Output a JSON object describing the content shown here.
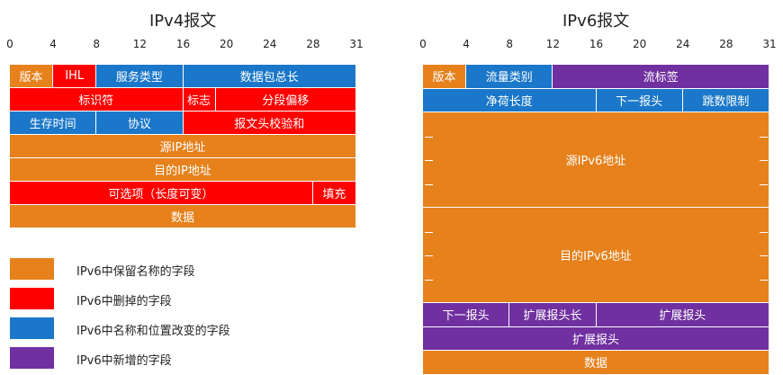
{
  "colors": {
    "retained": "#e6811c",
    "deleted": "#ff0000",
    "changed": "#1b77c9",
    "added": "#7030a0"
  },
  "ipv4": {
    "title": "IPv4报文",
    "ticks": [
      "0",
      "4",
      "8",
      "12",
      "16",
      "20",
      "24",
      "28",
      "31"
    ],
    "rows": [
      [
        {
          "label": "版本",
          "bits": 4,
          "category": "retained"
        },
        {
          "label": "IHL",
          "bits": 4,
          "category": "deleted"
        },
        {
          "label": "服务类型",
          "bits": 8,
          "category": "changed"
        },
        {
          "label": "数据包总长",
          "bits": 16,
          "category": "changed"
        }
      ],
      [
        {
          "label": "标识符",
          "bits": 16,
          "category": "deleted"
        },
        {
          "label": "标志",
          "bits": 3,
          "category": "deleted"
        },
        {
          "label": "分段偏移",
          "bits": 13,
          "category": "deleted"
        }
      ],
      [
        {
          "label": "生存时间",
          "bits": 8,
          "category": "changed"
        },
        {
          "label": "协议",
          "bits": 8,
          "category": "changed"
        },
        {
          "label": "报文头校验和",
          "bits": 16,
          "category": "deleted"
        }
      ],
      [
        {
          "label": "源IP地址",
          "bits": 32,
          "category": "retained"
        }
      ],
      [
        {
          "label": "目的IP地址",
          "bits": 32,
          "category": "retained"
        }
      ],
      [
        {
          "label": "可选项（长度可变）",
          "bits": 28,
          "category": "deleted"
        },
        {
          "label": "填充",
          "bits": 4,
          "category": "deleted"
        }
      ],
      [
        {
          "label": "数据",
          "bits": 32,
          "category": "retained"
        }
      ]
    ]
  },
  "ipv6": {
    "title": "IPv6报文",
    "ticks": [
      "0",
      "4",
      "8",
      "12",
      "16",
      "20",
      "24",
      "28",
      "31"
    ],
    "rows": [
      [
        {
          "label": "版本",
          "bits": 4,
          "category": "retained"
        },
        {
          "label": "流量类别",
          "bits": 8,
          "category": "changed"
        },
        {
          "label": "流标签",
          "bits": 20,
          "category": "added"
        }
      ],
      [
        {
          "label": "净荷长度",
          "bits": 16,
          "category": "changed"
        },
        {
          "label": "下一报头",
          "bits": 8,
          "category": "changed"
        },
        {
          "label": "跳数限制",
          "bits": 8,
          "category": "changed"
        }
      ],
      [
        {
          "label": "源IPv6地址",
          "bits": 32,
          "category": "retained",
          "span": 4
        }
      ],
      [
        {
          "label": "目的IPv6地址",
          "bits": 32,
          "category": "retained",
          "span": 4
        }
      ],
      [
        {
          "label": "下一报头",
          "bits": 8,
          "category": "added"
        },
        {
          "label": "扩展报头长",
          "bits": 8,
          "category": "added"
        },
        {
          "label": "扩展报头",
          "bits": 16,
          "category": "added"
        }
      ],
      [
        {
          "label": "扩展报头",
          "bits": 32,
          "category": "added"
        }
      ],
      [
        {
          "label": "数据",
          "bits": 32,
          "category": "retained"
        }
      ]
    ]
  },
  "legend": [
    {
      "category": "retained",
      "label": "IPv6中保留名称的字段"
    },
    {
      "category": "deleted",
      "label": "IPv6中删掉的字段"
    },
    {
      "category": "changed",
      "label": "IPv6中名称和位置改变的字段"
    },
    {
      "category": "added",
      "label": "IPv6中新增的字段"
    }
  ]
}
